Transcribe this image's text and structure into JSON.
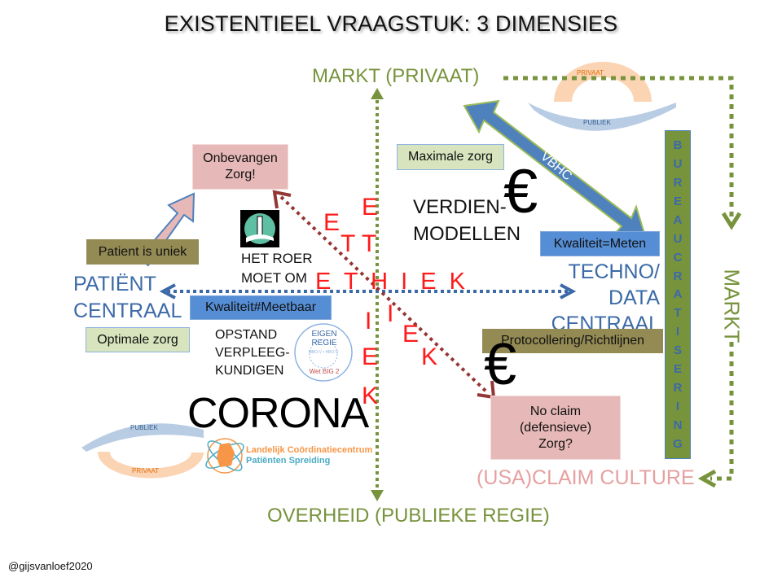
{
  "title": "EXISTENTIEEL VRAAGSTUK: 3 DIMENSIES",
  "axes": {
    "top": "MARKT  (PRIVAAT)",
    "bottom": "OVERHEID  (PUBLIEKE REGIE)",
    "left_line1": "PATIËNT",
    "left_line2": "CENTRAAL",
    "right_line1": "TECHNO/",
    "right_line2": "DATA",
    "right_line3": "CENTRAAL",
    "right_vertical": "MARKT",
    "claim_culture": "(USA)CLAIM CULTURE"
  },
  "boxes": {
    "onbevangen_line1": "Onbevangen",
    "onbevangen_line2": "Zorg!",
    "patient_uniek": "Patient is uniek",
    "maximale_zorg": "Maximale zorg",
    "kwaliteit_meten": "Kwaliteit=Meten",
    "kwaliteit_meetbaar": "Kwaliteit#Meetbaar",
    "optimale_zorg": "Optimale zorg",
    "protocollering": "Protocollering/Richtlijnen",
    "noclaim_line1": "No claim",
    "noclaim_line2": "(defensieve)",
    "noclaim_line3": "Zorg?"
  },
  "labels": {
    "vbhc": "VBHC",
    "verdien_line1": "VERDIEN-",
    "verdien_line2": "MODELLEN",
    "euro": "€",
    "het_roer_line1": "HET ROER",
    "het_roer_line2": "MOET OM",
    "opstand_line1": "OPSTAND",
    "opstand_line2": "VERPLEEG-",
    "opstand_line3": "KUNDIGEN",
    "corona": "CORONA",
    "lcps_line1": "Landelijk Coördinatiecentrum",
    "lcps_line2": "Patiënten Spreiding",
    "eigen_regie_top": "EIGEN REGIE",
    "eigen_regie_mid": "MBO-V • HBO-V",
    "eigen_regie_bottom": "Wet BIG 2",
    "footer": "@gijsvanloef2020"
  },
  "ethiek": {
    "horizontal": "E T H I E K",
    "letters": [
      "E",
      "T",
      "H",
      "I",
      "E",
      "K"
    ]
  },
  "bureaucratisering": [
    "B",
    "U",
    "R",
    "E",
    "A",
    "U",
    "C",
    "R",
    "A",
    "T",
    "I",
    "S",
    "E",
    "R",
    "I",
    "N",
    "G"
  ],
  "arc_top": {
    "upper": "PRIVAAT",
    "lower": "PUBLIEK"
  },
  "arc_bottom": {
    "upper": "PUBLIEK",
    "lower": "PRIVAAT"
  },
  "colors": {
    "green": "#77933c",
    "blue": "#3c6aa8",
    "red": "#ff1a1a",
    "darkred": "#943634",
    "pink": "#e6b8b7",
    "olive": "#948a54",
    "peach": "#fbd4b4",
    "lightblue": "#b8cce4"
  }
}
